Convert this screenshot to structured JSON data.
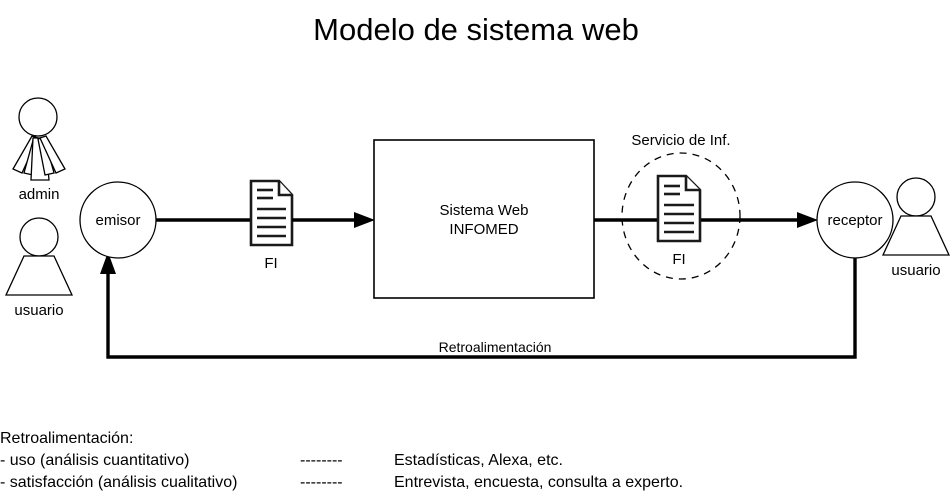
{
  "title": "Modelo de sistema web",
  "actors": {
    "admin": {
      "label": "admin",
      "type": "stick-figure-multi-limb"
    },
    "usuario_left": {
      "label": "usuario",
      "type": "person-trapezoid"
    },
    "usuario_right": {
      "label": "usuario",
      "type": "person-trapezoid"
    }
  },
  "nodes": {
    "emisor": {
      "label": "emisor",
      "shape": "circle"
    },
    "receptor": {
      "label": "receptor",
      "shape": "circle"
    },
    "system": {
      "line1": "Sistema Web",
      "line2": "INFOMED",
      "shape": "rectangle"
    }
  },
  "documents": {
    "fi_left": {
      "label": "FI",
      "icon": "document-icon"
    },
    "fi_right": {
      "label": "FI",
      "icon": "document-icon"
    }
  },
  "groups": {
    "servicio": {
      "label": "Servicio de Inf.",
      "shape": "dashed-ellipse"
    }
  },
  "edges": {
    "feedback": {
      "label": "Retroalimentación"
    }
  },
  "legend": {
    "heading": "Retroalimentación:",
    "rows": [
      {
        "item": "- uso (análisis cuantitativo)",
        "dash": "--------",
        "result": "Estadísticas, Alexa, etc."
      },
      {
        "item": "- satisfacción (análisis cualitativo)",
        "dash": "--------",
        "result": "Entrevista, encuesta, consulta a experto."
      }
    ]
  },
  "colors": {
    "background": "#ffffff",
    "stroke": "#000000",
    "document_stroke": "#1a1a1a"
  }
}
